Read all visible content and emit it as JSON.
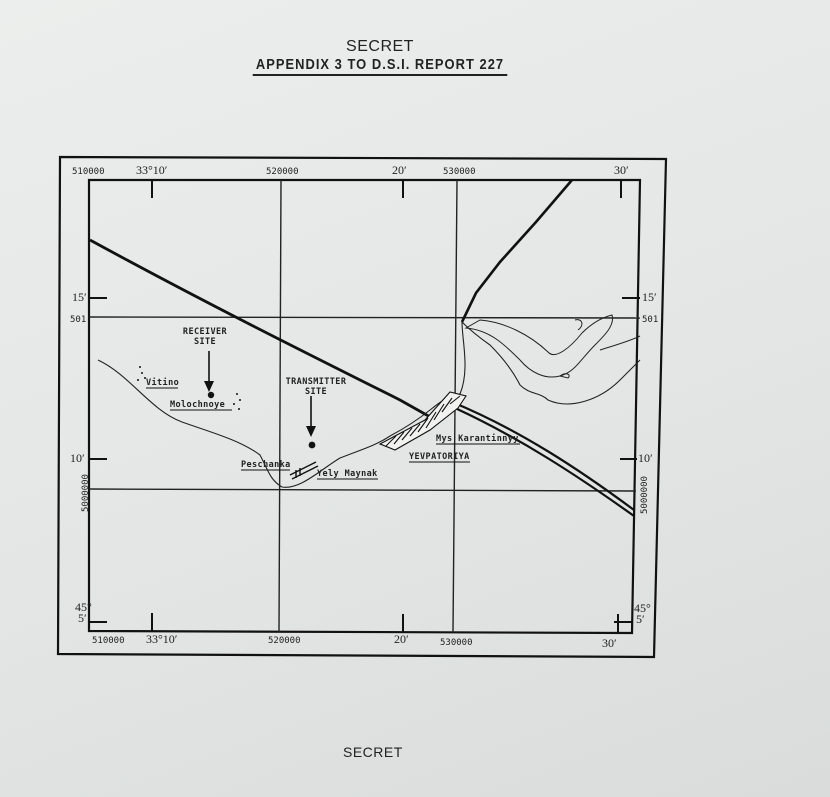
{
  "header": {
    "classification_top": "SECRET",
    "appendix_title": "APPENDIX 3 TO D.S.I. REPORT 227"
  },
  "footer": {
    "classification_bottom": "SECRET"
  },
  "map": {
    "top_ticks": [
      "510000",
      "33°10′",
      "520000",
      "20′",
      "530000",
      "30′"
    ],
    "bottom_ticks": [
      "510000",
      "33°10′",
      "520000",
      "20′",
      "530000",
      "30′"
    ],
    "left_ticks": [
      "15′",
      "501",
      "10′",
      "5000000",
      "45°",
      "5′"
    ],
    "right_ticks": [
      "15′",
      "501",
      "10′",
      "5000000",
      "45°",
      "5′"
    ],
    "sites": {
      "receiver_line1": "RECEIVER",
      "receiver_line2": "SITE",
      "transmitter_line1": "TRANSMITTER",
      "transmitter_line2": "SITE"
    },
    "places": {
      "vitino": "Vitino",
      "molochnoye": "Molochnoye",
      "peschanka": "Peschanka",
      "yely_maynak": "Yely Maynak",
      "mys_karantinnyy": "Mys Karantinnyy",
      "yevpatoriya": "YEVPATORIYA"
    }
  }
}
